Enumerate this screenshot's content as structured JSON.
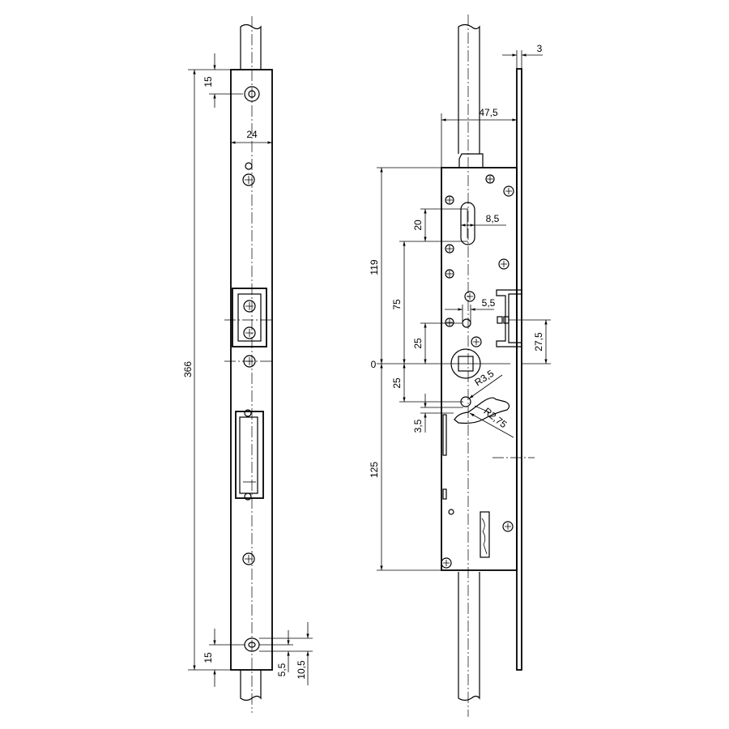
{
  "diagram": {
    "dimensions": {
      "front_top_hole": "15",
      "front_width": "24",
      "front_overall_length": "366",
      "front_bottom_hole": "15",
      "front_bottom_a": "5,5",
      "front_bottom_b": "10,5",
      "side_plate_thickness": "3",
      "side_backset": "47,5",
      "side_upper_length": "119",
      "side_slot_height": "20",
      "side_slot_width": "8,5",
      "side_distance_75": "75",
      "side_hole_5_5": "5,5",
      "side_distance_25_upper": "25",
      "side_latch_27_5": "27,5",
      "side_zero": "0",
      "side_distance_25_lower": "25",
      "side_radius_3_5": "R3,5",
      "side_radius_2_75": "R2,75",
      "side_offset_3_5": "3,5",
      "side_lower_length": "125"
    }
  }
}
